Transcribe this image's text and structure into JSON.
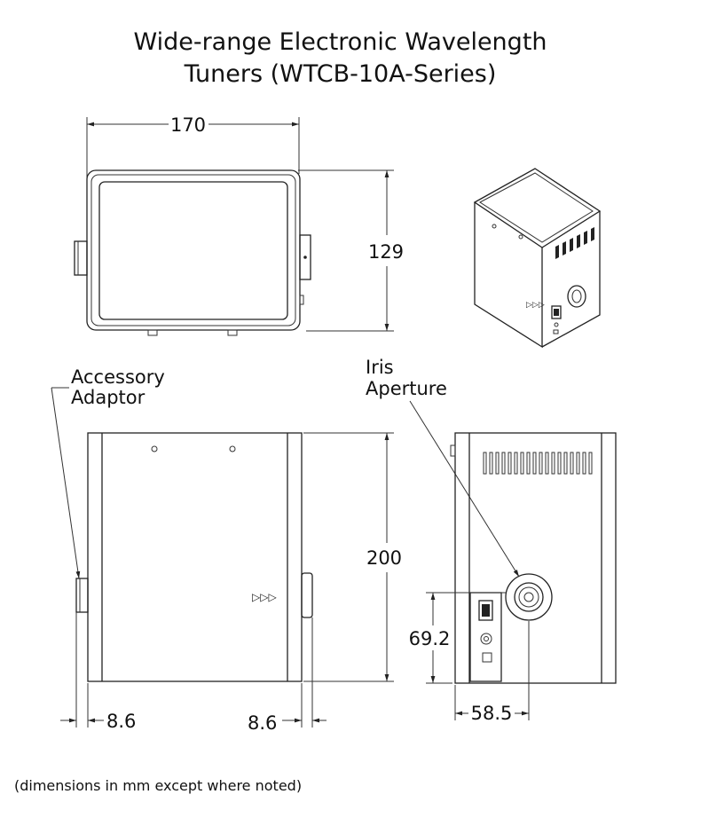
{
  "title": {
    "line1": "Wide-range Electronic Wavelength",
    "line2": "Tuners (WTCB-10A-Series)"
  },
  "dimensions": {
    "top_width": "170",
    "top_depth": "129",
    "front_height": "200",
    "left_offset": "8.6",
    "right_offset": "8.6",
    "aperture_height": "69.2",
    "aperture_offset": "58.5"
  },
  "callouts": {
    "accessory_line1": "Accessory",
    "accessory_line2": "Adaptor",
    "iris_line1": "Iris",
    "iris_line2": "Aperture"
  },
  "footnote": "(dimensions in mm except where noted)",
  "icons": [
    "top-view-drawing",
    "isometric-view-drawing",
    "front-view-drawing",
    "side-view-drawing",
    "power-switch-icon",
    "usb-port-icon",
    "connector-icon"
  ]
}
